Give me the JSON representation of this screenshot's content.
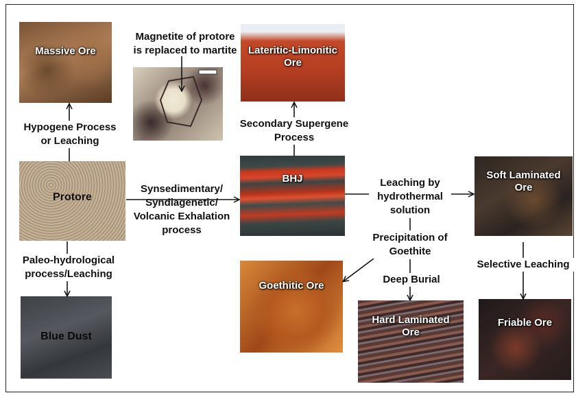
{
  "nodes": {
    "massive_ore": "Massive Ore",
    "lateritic_ore": "Lateritic-Limonitic Ore",
    "protore": "Protore",
    "bhj": "BHJ",
    "soft_laminated_ore": "Soft Laminated Ore",
    "goethitic_ore": "Goethitic Ore",
    "hard_laminated_ore": "Hard Laminated Ore",
    "blue_dust": "Blue Dust",
    "friable_ore": "Friable Ore"
  },
  "labels": {
    "magnetite_line1": "Magnetite of protore",
    "magnetite_line2": "is replaced to martite",
    "hypogene_line1": "Hypogene Process",
    "hypogene_line2": "or Leaching",
    "secondary_line1": "Secondary Supergene",
    "secondary_line2": "Process",
    "synsed_line1": "Synsedimentary/",
    "synsed_line2": "Syndiagenetic/",
    "synsed_line3": "Volcanic Exhalation",
    "synsed_line4": "process",
    "leaching_line1": "Leaching by",
    "leaching_line2": "hydrothermal",
    "leaching_line3": "solution",
    "precip_line1": "Precipitation of",
    "precip_line2": "Goethite",
    "deep_burial": "Deep Burial",
    "selective_leaching": "Selective Leaching",
    "paleo_line1": "Paleo-hydrological",
    "paleo_line2": "process/Leaching"
  }
}
